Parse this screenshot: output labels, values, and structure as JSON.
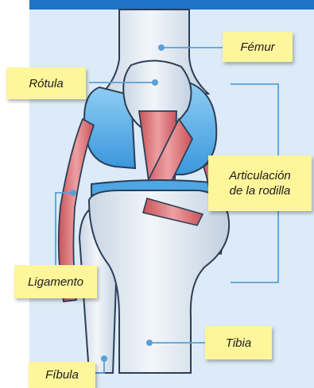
{
  "labels": {
    "femur": "Fémur",
    "rotula": "Rótula",
    "articulacion_line1": "Articulación",
    "articulacion_line2": "de la rodilla",
    "ligamento": "Ligamento",
    "tibia": "Tibia",
    "fibula": "Fíbula"
  },
  "colors": {
    "top_bar": "#1e73c6",
    "panel_background": "#dcebf7",
    "bone": "#e9eff6",
    "cartilage": "#5fb0e8",
    "muscle": "#e07a7e",
    "label_background": "#fff59a",
    "leader_line": "#5aa0d8"
  }
}
